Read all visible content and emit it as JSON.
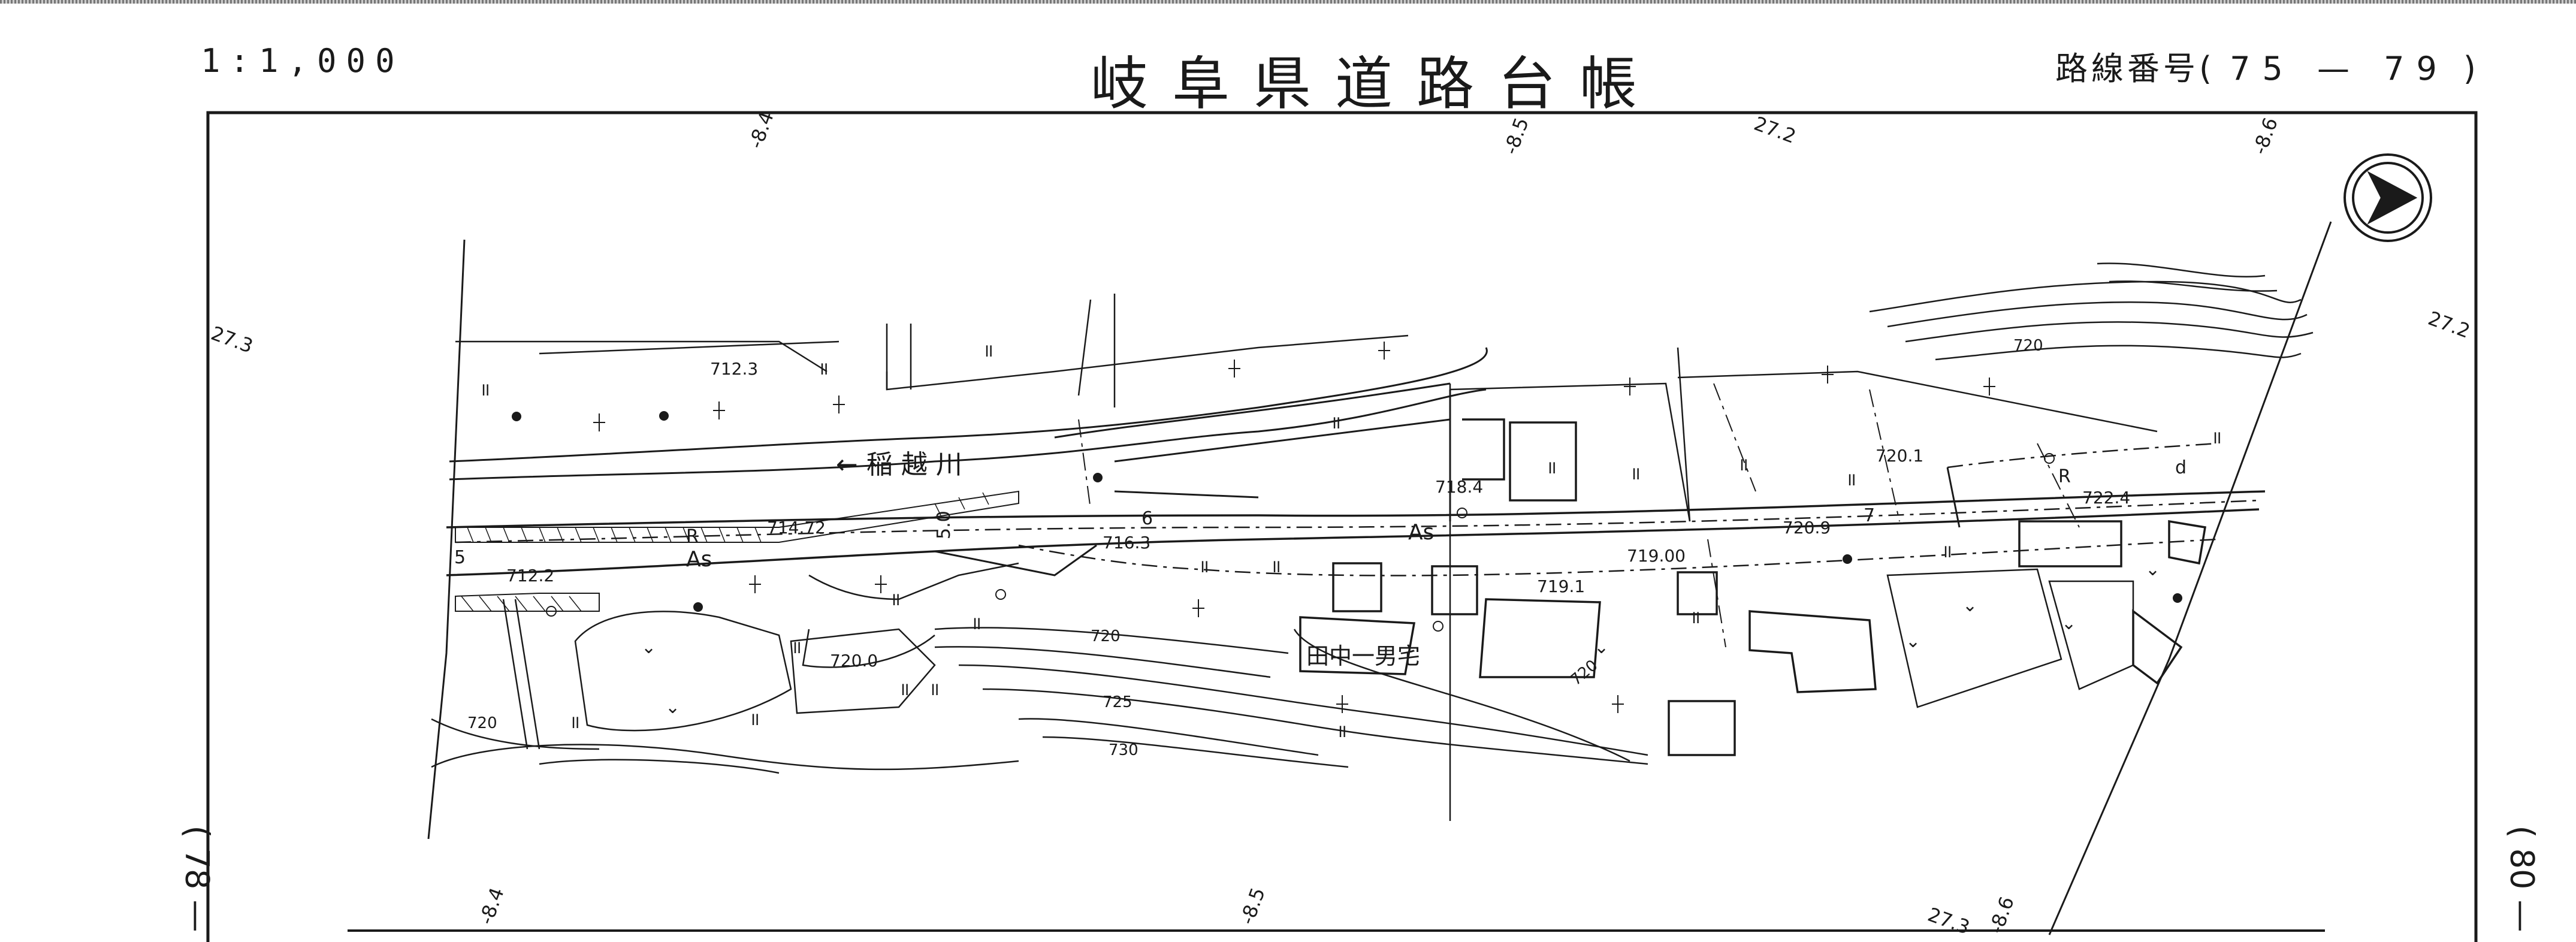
{
  "header": {
    "scale": "1:1,000",
    "title": "岐阜県道路台帳",
    "route_label": "路線番号(",
    "route_numbers": "75 — 79",
    "route_close": ")"
  },
  "sheet_refs": {
    "left": "( 78 —",
    "right": "( 80 —"
  },
  "map_labels": {
    "river": "← 稲 越 川",
    "river_arrow": "←",
    "residence": "田中一男宅",
    "surface_as_1": "As",
    "surface_as_2": "As",
    "r_1": "R",
    "r_2": "R",
    "d": "d",
    "five_1": "5",
    "five_2": "5.0",
    "six": "6",
    "seven": "7",
    "elev_712_3": "712.3",
    "elev_712_2": "712.2",
    "elev_714_72": "714.72",
    "elev_716_3": "716.3",
    "elev_718_4": "718.4",
    "elev_719_1": "719.1",
    "elev_719_00": "719.00",
    "elev_720_0": "720.0",
    "elev_720_1": "720.1",
    "elev_720_9": "720.9",
    "elev_722_4": "722.4",
    "contour_720_a": "720",
    "contour_720_b": "720",
    "contour_720_c": "720",
    "contour_720_d": "720",
    "contour_725": "725",
    "contour_730": "730",
    "grid_84_a": "-8.4",
    "grid_84_b": "-8.4",
    "grid_85_a": "-8.5",
    "grid_85_b": "-8.5",
    "grid_86_a": "-8.6",
    "grid_86_b": "-8.6",
    "grid_272_a": "27.2",
    "grid_272_b": "27.2",
    "grid_273_a": "27.3",
    "grid_273_b": "27.3"
  },
  "colors": {
    "ink": "#1a1a1a",
    "paper": "#ffffff"
  },
  "icons": [
    "north-arrow-icon",
    "utility-pole-icon",
    "orchard-symbol-icon",
    "field-symbol-icon",
    "slope-hachure-icon"
  ]
}
